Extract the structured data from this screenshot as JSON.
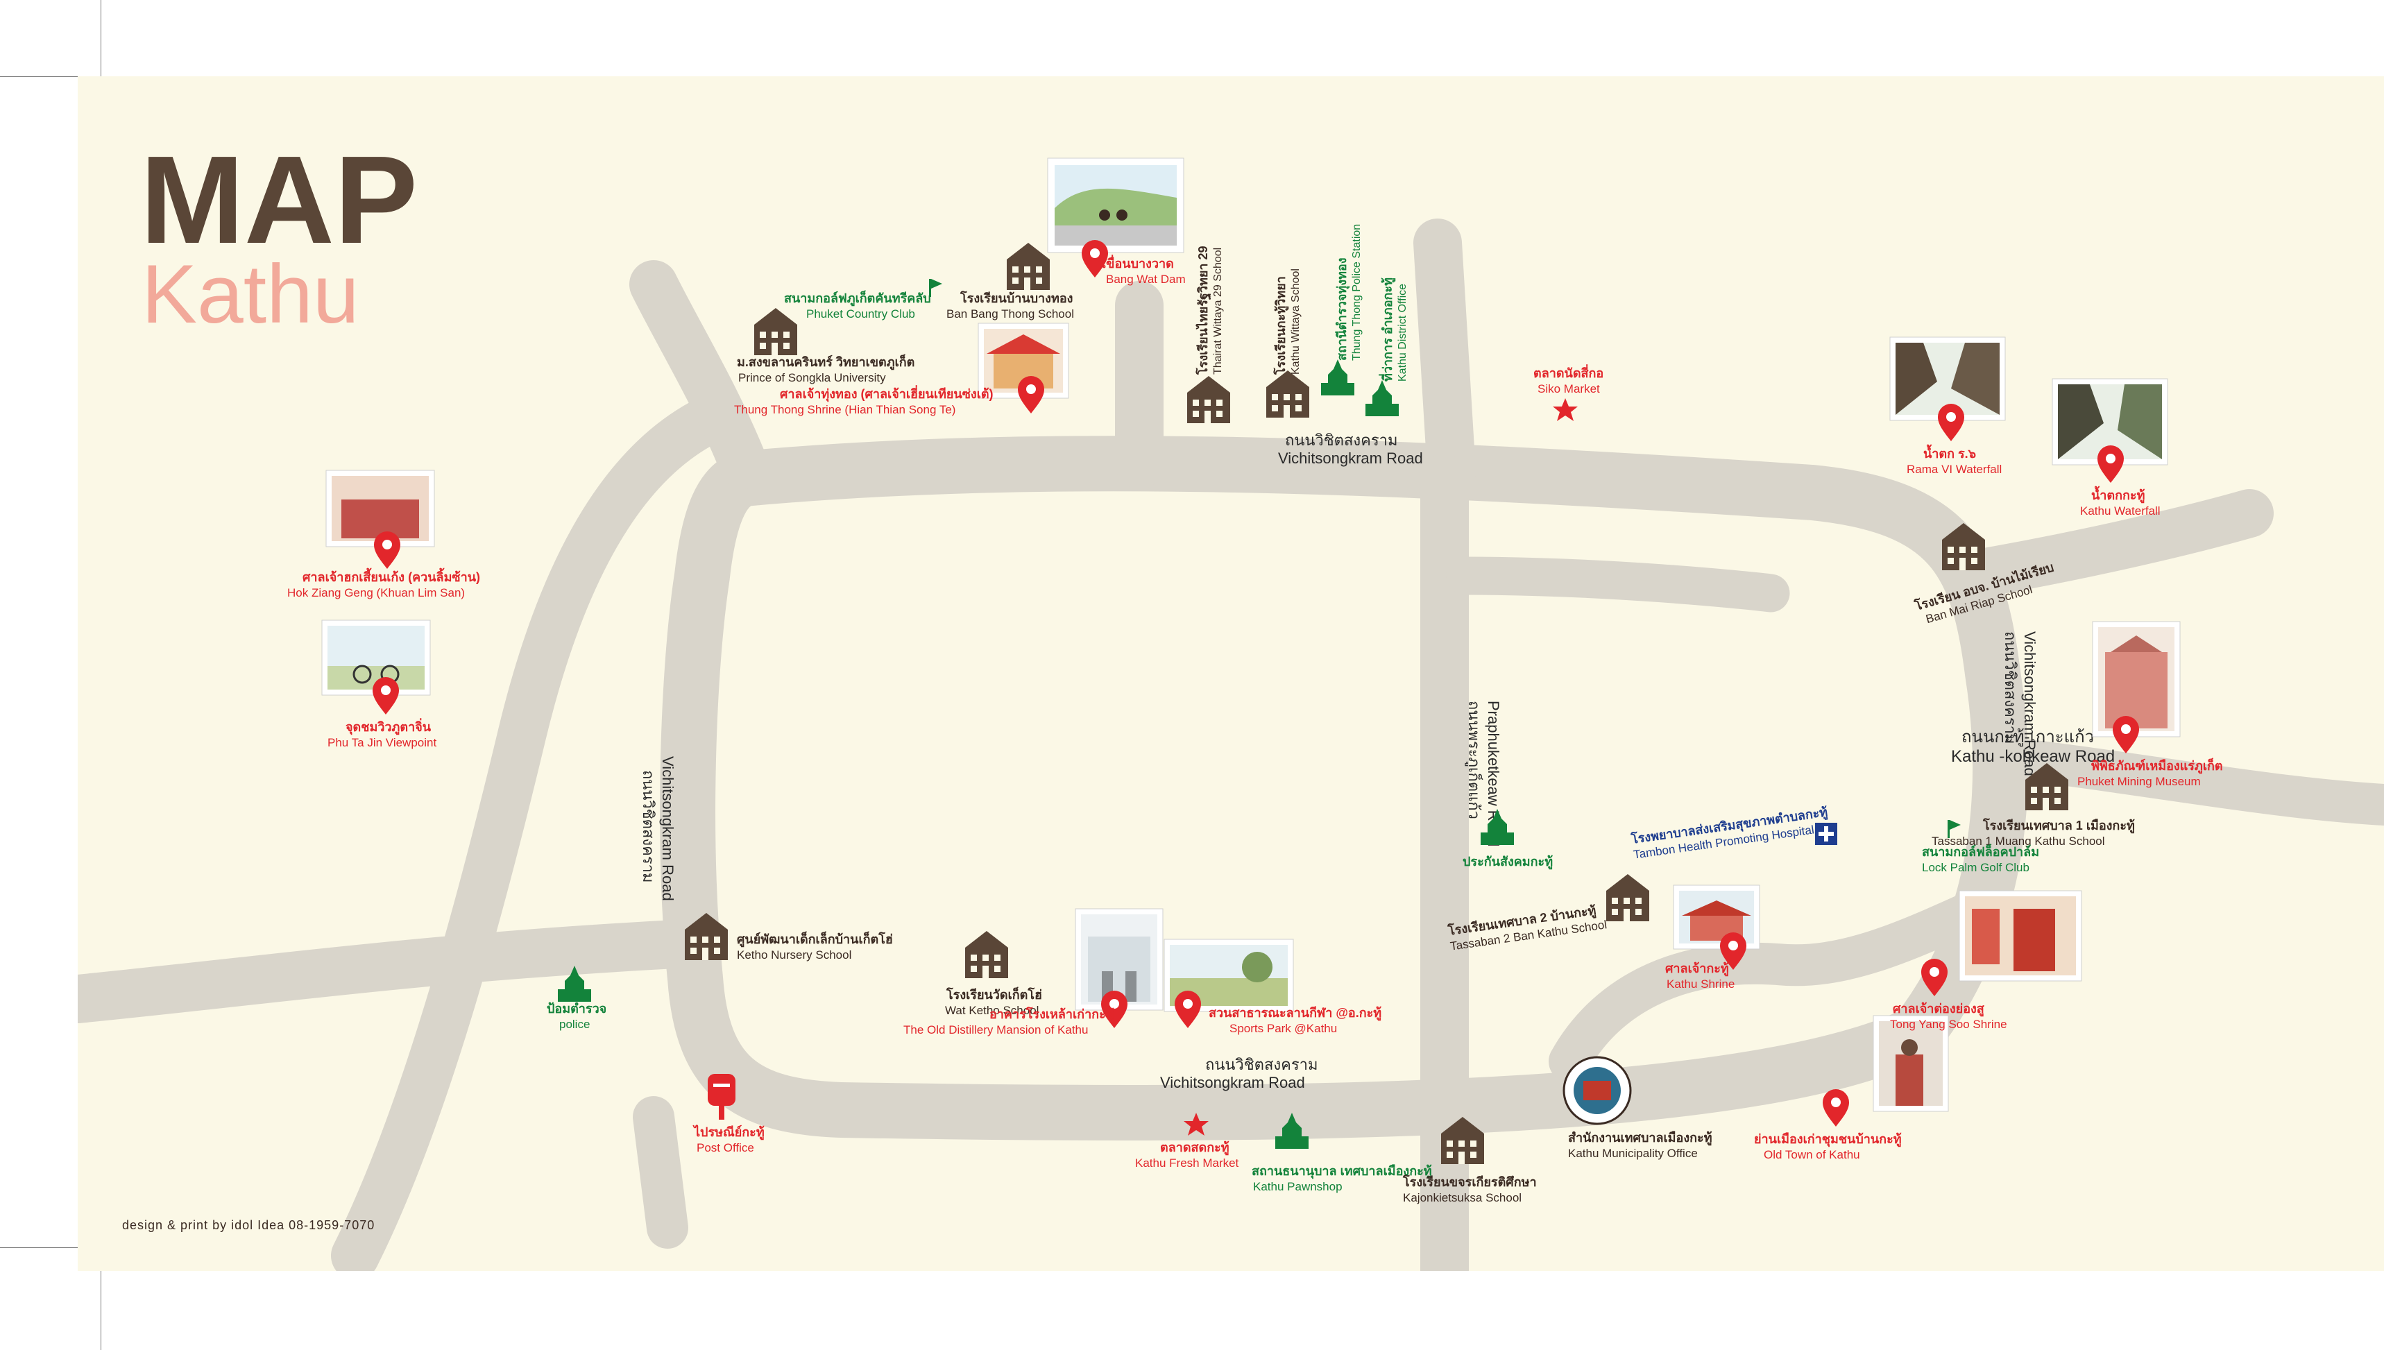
{
  "colors": {
    "background": "#fbf8e6",
    "road": "#d9d5cb",
    "title_dark": "#5a4637",
    "title_pink": "#f2a99a",
    "pin_red": "#e2262b",
    "building_brown": "#5a4637",
    "green": "#13833b",
    "hospital_blue": "#1e3d8f"
  },
  "header": {
    "title": "MAP",
    "subtitle": "Kathu"
  },
  "footer": {
    "credit": "design & print  by idol Idea  08-1959-7070"
  },
  "roads": {
    "north": {
      "th": "ถนนวิชิตสงคราม",
      "en": "Vichitsongkram Road"
    },
    "west": {
      "th": "ถนนวิชิตสงคราม",
      "en": "Vichitsongkram Road"
    },
    "south": {
      "th": "ถนนวิชิตสงคราม",
      "en": "Vichitsongkram Road"
    },
    "east": {
      "th": "ถนนวิชิตสงคราม",
      "en": "Vichitsongkram Road"
    },
    "center": {
      "th": "ถนนพระภูเก็ตแก้ว",
      "en": "Praphuketkeaw Road"
    },
    "kohkeaw": {
      "th": "ถนนกะทู้-เกาะแก้ว",
      "en": "Kathu -kohkeaw Road"
    }
  },
  "places": {
    "bang_wat_dam": {
      "th": "เขื่อนบางวาด",
      "en": "Bang Wat Dam",
      "icon": "map-pin-icon"
    },
    "ban_bang_thong_school": {
      "th": "โรงเรียนบ้านบางทอง",
      "en": "Ban Bang Thong School",
      "icon": "school-icon"
    },
    "phuket_country_club": {
      "th": "สนามกอล์ฟภูเก็ตคันทรีคลับ",
      "en": "Phuket Country Club",
      "icon": "golf-flag-icon"
    },
    "psu": {
      "th": "ม.สงขลานครินทร์ วิทยาเขตภูเก็ต",
      "en": "Prince of Songkla University",
      "icon": "school-icon"
    },
    "thung_thong_shrine": {
      "th": "ศาลเจ้าทุ่งทอง (ศาลเจ้าเฮี่ยนเทียนซ่งเต้)",
      "en": "Thung Thong Shrine (Hian Thian Song Te)",
      "icon": "map-pin-icon"
    },
    "thairat_school": {
      "th": "โรงเรียนไทยรัฐวิทยา 29",
      "en": "Thairat Wittaya  29 School",
      "icon": "school-icon"
    },
    "kathu_wittaya": {
      "th": "โรงเรียนกะทู้วิทยา",
      "en": "Kathu Wittaya School",
      "icon": "school-icon"
    },
    "thung_thong_police": {
      "th": "สถานีตำรวจทุ่งทอง",
      "en": "Thung Thong Police Station",
      "icon": "government-building-icon"
    },
    "kathu_district": {
      "th": "ที่ว่าการ อำเภอกะทู้",
      "en": "Kathu District Office",
      "icon": "government-building-icon"
    },
    "siko_market": {
      "th": "ตลาดนัดสี่กอ",
      "en": "Siko Market",
      "icon": "star-icon"
    },
    "rama6_waterfall": {
      "th": "น้ำตก ร.๖",
      "en": "Rama VI Waterfall",
      "icon": "map-pin-icon"
    },
    "kathu_waterfall": {
      "th": "น้ำตกกะทู้",
      "en": "Kathu Waterfall",
      "icon": "map-pin-icon"
    },
    "hok_ziang_geng": {
      "th": "ศาลเจ้าฮกเสี้ยนเก้ง (ควนลิ้มซ้าน)",
      "en": "Hok Ziang Geng (Khuan Lim San)",
      "icon": "map-pin-icon"
    },
    "phu_ta_jin": {
      "th": "จุดชมวิวภูตาจิ่น",
      "en": "Phu Ta Jin Viewpoint",
      "icon": "map-pin-icon"
    },
    "ban_mai_riap": {
      "th": "โรงเรียน อบจ. บ้านไม้เรียบ",
      "en": "Ban Mai Riap  School",
      "icon": "school-icon"
    },
    "phuket_mining_museum": {
      "th": "พิพิธภัณฑ์เหมืองแร่ภูเก็ต",
      "en": "Phuket Mining Museum",
      "icon": "map-pin-icon"
    },
    "tassaban1": {
      "th": "โรงเรียนเทศบาล 1 เมืองกะทู้",
      "en": "Tassaban 1 Muang Kathu School",
      "icon": "school-icon"
    },
    "lock_palm": {
      "th": "สนามกอล์ฟล็อคปาล์ม",
      "en": "Lock Palm Golf Club",
      "icon": "golf-flag-icon"
    },
    "tambon_hospital": {
      "th": "โรงพยาบาลส่งเสริมสุขภาพตำบลกะทู้",
      "en": "Tambon Health Promoting Hospital",
      "icon": "hospital-cross-icon"
    },
    "prakan_sangkhom": {
      "th": "ประกันสังคมกะทู้",
      "icon": "government-building-icon"
    },
    "tassaban2": {
      "th": "โรงเรียนเทศบาล 2 บ้านกะทู้",
      "en": "Tassaban 2 Ban Kathu School",
      "icon": "school-icon"
    },
    "kathu_shrine": {
      "th": "ศาลเจ้ากะทู้",
      "en": "Kathu Shrine",
      "icon": "map-pin-icon"
    },
    "tong_yang_soo": {
      "th": "ศาลเจ้าต่องย่องสู",
      "en": "Tong Yang Soo Shrine",
      "icon": "map-pin-icon"
    },
    "old_town": {
      "th": "ย่านเมืองเก่าชุมชนบ้านกะทู้",
      "en": "Old Town of  Kathu",
      "icon": "map-pin-icon"
    },
    "ketho_nursery": {
      "th": "ศูนย์พัฒนาเด็กเล็กบ้านเก็ตโฮ่",
      "en": "Ketho Nursery School",
      "icon": "school-icon"
    },
    "police": {
      "th": "ป้อมตำรวจ",
      "en": "police",
      "icon": "government-building-icon"
    },
    "wat_ketho": {
      "th": "โรงเรียนวัดเก็ตโฮ่",
      "en": "Wat Ketho School",
      "icon": "school-icon"
    },
    "old_distillery": {
      "th": "อาคารโรงเหล้าเก่ากะทู้",
      "en": "The Old Distillery Mansion of Kathu",
      "icon": "map-pin-icon"
    },
    "sports_park": {
      "th": "สวนสาธารณะลานกีฬา @อ.กะทู้",
      "en": "Sports Park @Kathu",
      "icon": "map-pin-icon"
    },
    "post_office": {
      "th": "ไปรษณีย์กะทู้",
      "en": "Post Office",
      "icon": "mailbox-icon"
    },
    "fresh_market": {
      "th": "ตลาดสดกะทู้",
      "en": "Kathu Fresh Market",
      "icon": "star-icon"
    },
    "pawnshop": {
      "th": "สถานธนานุบาล เทศบาลเมืองกะทู้",
      "en": "Kathu Pawnshop",
      "icon": "government-building-icon"
    },
    "kajonkiet": {
      "th": "โรงเรียนขจรเกียรติศึกษา",
      "en": "Kajonkietsuksa School",
      "icon": "school-icon"
    },
    "municipality": {
      "th": "สำนักงานเทศบาลเมืองกะทู้",
      "en": "Kathu Municipality Office",
      "icon": "municipal-seal-icon"
    }
  }
}
